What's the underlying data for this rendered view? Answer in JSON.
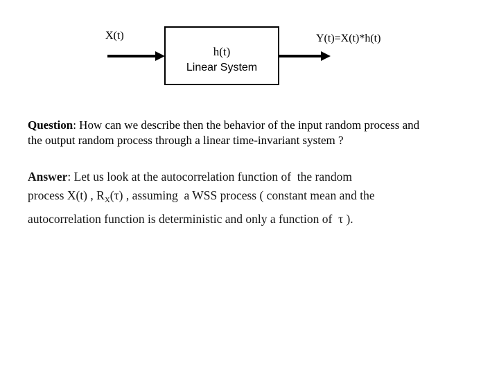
{
  "slide": {
    "background_color": "#ffffff",
    "text_color": "#000000"
  },
  "diagram": {
    "input_label": "X(t)",
    "box": {
      "impulse_response": "h(t)",
      "system_name": "Linear System"
    },
    "output_label": "Y(t)=X(t)*h(t)"
  },
  "question": {
    "label": "Question",
    "line1_rest": ": How can we describe then the behavior of the input random process and",
    "line2": "the output random process through a linear time-invariant system ?"
  },
  "answer": {
    "label": "Answer",
    "line1_rest": ": Let us look at the autocorrelation function of  the random",
    "line2_before_sub": "process X(t) , R",
    "line2_subscript": "X",
    "line2_after_sub": "(τ) , assuming  a WSS process ( constant mean and the",
    "line3": "autocorrelation function is deterministic and only a function of  τ )."
  }
}
